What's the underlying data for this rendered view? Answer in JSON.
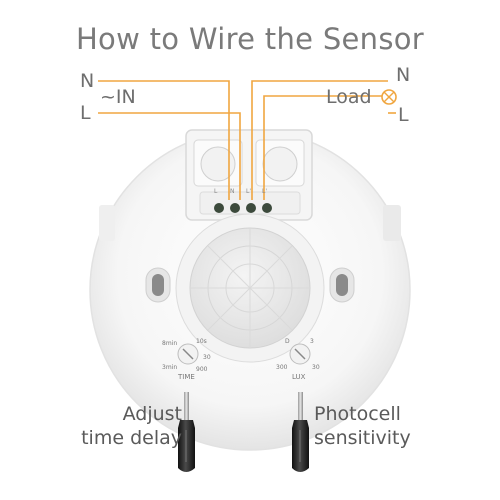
{
  "title": "How to Wire the Sensor",
  "left_terminal": {
    "n_label": "N",
    "l_label": "L",
    "input_label": "~IN"
  },
  "right_terminal": {
    "n_label": "N",
    "l_label": "L",
    "load_label": "Load"
  },
  "terminal_block": {
    "marks": [
      "L",
      "N",
      "L'",
      "L'"
    ]
  },
  "time_knob": {
    "label": "TIME",
    "ticks": [
      "8min",
      "10s",
      "30",
      "3min",
      "900"
    ]
  },
  "lux_knob": {
    "label": "LUX",
    "ticks": [
      "D",
      "3",
      "300",
      "30"
    ]
  },
  "captions": {
    "left_line1": "Adjust",
    "left_line2": "time delay",
    "right_line1": "Photocell",
    "right_line2": "sensitivity"
  },
  "colors": {
    "wire": "#f0a640",
    "text": "#6e6e6e",
    "body": "#f7f7f7",
    "screwdriver": "#2a2a2a"
  },
  "icons": [
    "lamp-icon",
    "screwdriver-icon"
  ]
}
